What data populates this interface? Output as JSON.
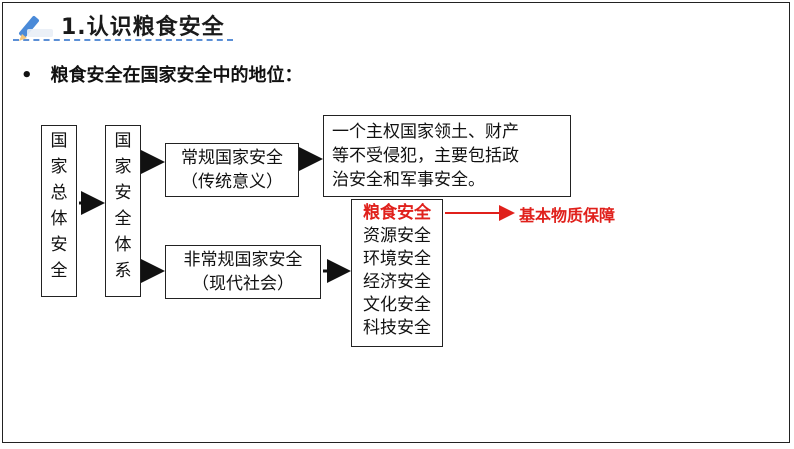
{
  "header": {
    "title": "1.认识粮食安全"
  },
  "bullet": {
    "marker": "•",
    "text": "粮食安全在国家安全中的地位："
  },
  "diagram": {
    "overall": [
      "国",
      "家",
      "总",
      "体",
      "安",
      "全"
    ],
    "system": [
      "国",
      "家",
      "安",
      "全",
      "体",
      "系"
    ],
    "conventional": {
      "line1": "常规国家安全",
      "line2": "（传统意义）"
    },
    "nonconventional": {
      "line1": "非常规国家安全",
      "line2": "（现代社会）"
    },
    "conventional_desc": {
      "line1": "一个主权国家领土、财产",
      "line2": "等不受侵犯，主要包括政",
      "line3": "治安全和军事安全。"
    },
    "nonconventional_list": [
      "粮食安全",
      "资源安全",
      "环境安全",
      "经济安全",
      "文化安全",
      "科技安全"
    ],
    "food_security_role": "基本物质保障"
  },
  "colors": {
    "accent_red": "#e0201b",
    "title_underline": "#5b8fd6"
  }
}
